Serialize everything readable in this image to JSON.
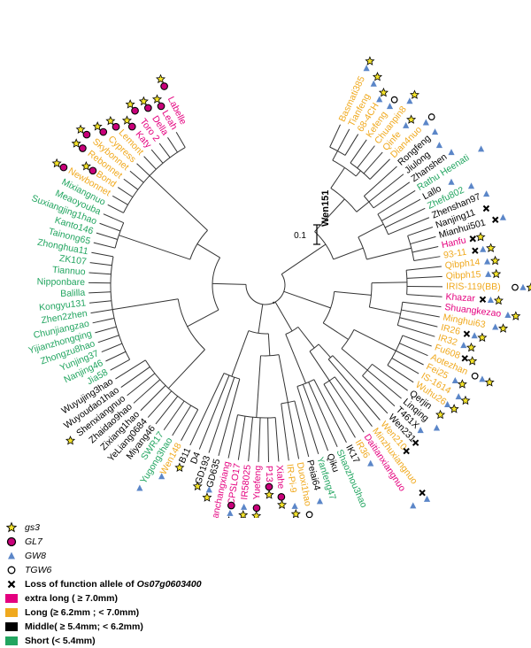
{
  "colors": {
    "extra_long": "#e4007f",
    "long": "#f0a91e",
    "middle": "#000000",
    "short": "#22a560",
    "gs3_star": "#f4e32a",
    "gl7_dot": "#c8007a",
    "gw8_tri": "#5b86c8",
    "branch": "#333333"
  },
  "scale_bar_label": "0.1",
  "root_label": "Wen151",
  "taxa": [
    {
      "name": "Basmati385",
      "cat": "long",
      "markers": [
        "gw8",
        "gs3"
      ]
    },
    {
      "name": "Tianfeng",
      "cat": "long",
      "markers": [
        "gw8",
        "gs3"
      ]
    },
    {
      "name": "68-4CH",
      "cat": "long",
      "markers": [
        "gw8",
        "gs3"
      ]
    },
    {
      "name": "Kefeng",
      "cat": "long",
      "markers": [
        "gw8",
        "tgw6"
      ]
    },
    {
      "name": "Chuanpin8",
      "cat": "long",
      "markers": [
        "gw8",
        "gs3"
      ]
    },
    {
      "name": "Qinfe",
      "cat": "long",
      "markers": [
        "gw8",
        "gs3"
      ]
    },
    {
      "name": "Dian4nuo",
      "cat": "long",
      "markers": [
        "gw8",
        "tgw6"
      ]
    },
    {
      "name": "Rongfeng",
      "cat": "middle",
      "markers": [
        "gw8"
      ]
    },
    {
      "name": "Jiulong",
      "cat": "middle",
      "markers": [
        "gw8"
      ]
    },
    {
      "name": "Zhanshen",
      "cat": "middle",
      "markers": [
        "gw8"
      ]
    },
    {
      "name": "Rathu Heenati",
      "cat": "short",
      "markers": [
        "gw8"
      ]
    },
    {
      "name": "Lallo",
      "cat": "middle",
      "markers": [
        "gw8"
      ]
    },
    {
      "name": "Zhefu802",
      "cat": "short",
      "markers": [
        "gw8"
      ]
    },
    {
      "name": "Zhenshan97",
      "cat": "middle",
      "markers": [
        "gw8"
      ]
    },
    {
      "name": "Nanjing11",
      "cat": "middle",
      "markers": [
        "lof"
      ]
    },
    {
      "name": "Mianhui501",
      "cat": "middle",
      "markers": [
        "lof",
        "gw8"
      ]
    },
    {
      "name": "Hanfu",
      "cat": "extra_long",
      "markers": [
        "lof",
        "gs3"
      ]
    },
    {
      "name": "93-11",
      "cat": "long",
      "markers": [
        "lof",
        "gw8",
        "gs3"
      ]
    },
    {
      "name": "Qibph14",
      "cat": "long",
      "markers": [
        "gw8",
        "gs3"
      ]
    },
    {
      "name": "Qibph15",
      "cat": "long",
      "markers": [
        "gw8",
        "gs3"
      ]
    },
    {
      "name": "IRIS-119(BB)",
      "cat": "long",
      "markers": [
        "tgw6",
        "gw8",
        "gs3"
      ]
    },
    {
      "name": "Khazar",
      "cat": "extra_long",
      "markers": [
        "lof",
        "gw8",
        "gs3"
      ]
    },
    {
      "name": "Shuangkezao",
      "cat": "extra_long",
      "markers": [
        "gw8",
        "gs3"
      ]
    },
    {
      "name": "Minghui63",
      "cat": "long",
      "markers": [
        "gw8",
        "gs3"
      ]
    },
    {
      "name": "IR26",
      "cat": "long",
      "markers": [
        "lof",
        "gw8",
        "gs3"
      ]
    },
    {
      "name": "IR32",
      "cat": "long",
      "markers": [
        "gw8",
        "gs3"
      ]
    },
    {
      "name": "Fu608",
      "cat": "long",
      "markers": [
        "lof",
        "gs3"
      ]
    },
    {
      "name": "Aotezhan",
      "cat": "long",
      "markers": [
        "tgw6",
        "gw8",
        "gs3"
      ]
    },
    {
      "name": "Fei25",
      "cat": "long",
      "markers": [
        "gw8",
        "gs3"
      ]
    },
    {
      "name": "IS-1614",
      "cat": "long",
      "markers": [
        "gw8",
        "gs3"
      ]
    },
    {
      "name": "Wuhu26",
      "cat": "long",
      "markers": [
        "gw8",
        "gs3"
      ]
    },
    {
      "name": "Qerjin",
      "cat": "middle",
      "markers": [
        "gs3"
      ]
    },
    {
      "name": "Linqing",
      "cat": "middle",
      "markers": [
        "gw8"
      ]
    },
    {
      "name": "T461X",
      "cat": "middle",
      "markers": [
        "gw8"
      ]
    },
    {
      "name": "Wen231",
      "cat": "middle",
      "markers": [
        "lof"
      ]
    },
    {
      "name": "Wen210",
      "cat": "long",
      "markers": [
        "lof"
      ]
    },
    {
      "name": "Minzhuxiangnuo",
      "cat": "long",
      "markers": [
        "lof",
        "gw8"
      ]
    },
    {
      "name": "Daitianxiangnuo",
      "cat": "extra_long",
      "markers": [
        "gw8"
      ]
    },
    {
      "name": "IR36",
      "cat": "long",
      "markers": [
        "gw8"
      ]
    },
    {
      "name": "IK17",
      "cat": "middle",
      "markers": []
    },
    {
      "name": "Shaozhou3hao",
      "cat": "short",
      "markers": []
    },
    {
      "name": "Qiku",
      "cat": "middle",
      "markers": []
    },
    {
      "name": "Yanfeng47",
      "cat": "short",
      "markers": []
    },
    {
      "name": "Peiai64",
      "cat": "middle",
      "markers": [
        "gw8"
      ]
    },
    {
      "name": "Duoxi1hao",
      "cat": "long",
      "markers": [
        "tgw6",
        "gw8"
      ]
    },
    {
      "name": "IR-Pi-9",
      "cat": "long",
      "markers": [
        "gw8",
        "gs3"
      ]
    },
    {
      "name": "Xiahe",
      "cat": "extra_long",
      "markers": [
        "gl7",
        "gs3"
      ]
    },
    {
      "name": "P13",
      "cat": "extra_long",
      "markers": [
        "gl7",
        "gs3"
      ]
    },
    {
      "name": "Yuefeng",
      "cat": "extra_long",
      "markers": [
        "gl7",
        "gs3"
      ]
    },
    {
      "name": "IR58025",
      "cat": "extra_long",
      "markers": [
        "gw8",
        "gs3"
      ]
    },
    {
      "name": "CPSLO17",
      "cat": "extra_long",
      "markers": [
        "gl7",
        "gw8",
        "gs3"
      ]
    },
    {
      "name": "Yinduyanchangxiang",
      "cat": "extra_long",
      "markers": [
        "gl7",
        "gw8",
        "gs3"
      ]
    },
    {
      "name": "GD635",
      "cat": "middle",
      "markers": [
        "gw8",
        "gs3"
      ]
    },
    {
      "name": "GD193",
      "cat": "middle",
      "markers": [
        "gs3"
      ]
    },
    {
      "name": "D4",
      "cat": "middle",
      "markers": []
    },
    {
      "name": "B11",
      "cat": "middle",
      "markers": [
        "gs3"
      ]
    },
    {
      "name": "Wen148",
      "cat": "long",
      "markers": [
        "gw8"
      ]
    },
    {
      "name": "Yugong3hao",
      "cat": "short",
      "markers": [
        "gw8"
      ]
    },
    {
      "name": "SWR17",
      "cat": "short",
      "markers": []
    },
    {
      "name": "Miyang46",
      "cat": "middle",
      "markers": []
    },
    {
      "name": "YeLiang0684",
      "cat": "middle",
      "markers": []
    },
    {
      "name": "Zixiang1hao",
      "cat": "middle",
      "markers": []
    },
    {
      "name": "Zhaidao9hao",
      "cat": "middle",
      "markers": []
    },
    {
      "name": "Shenxiangnuo",
      "cat": "middle",
      "markers": [
        "gs3"
      ]
    },
    {
      "name": "Wuyoudao1hao",
      "cat": "middle",
      "markers": []
    },
    {
      "name": "Wuyujing3hao",
      "cat": "middle",
      "markers": []
    },
    {
      "name": "Jia58",
      "cat": "short",
      "markers": []
    },
    {
      "name": "Nanjing46",
      "cat": "short",
      "markers": []
    },
    {
      "name": "Yunjing37",
      "cat": "short",
      "markers": []
    },
    {
      "name": "Zhongzu8hao",
      "cat": "short",
      "markers": []
    },
    {
      "name": "Yijianzhongqing",
      "cat": "short",
      "markers": []
    },
    {
      "name": "Chunjiangzao",
      "cat": "short",
      "markers": []
    },
    {
      "name": "Zhen2zhen",
      "cat": "short",
      "markers": []
    },
    {
      "name": "Kongyu131",
      "cat": "short",
      "markers": []
    },
    {
      "name": "Balilla",
      "cat": "short",
      "markers": []
    },
    {
      "name": "Nipponbare",
      "cat": "short",
      "markers": []
    },
    {
      "name": "Tiannuo",
      "cat": "short",
      "markers": []
    },
    {
      "name": "ZK107",
      "cat": "short",
      "markers": []
    },
    {
      "name": "Zhonghua11",
      "cat": "short",
      "markers": []
    },
    {
      "name": "Tainong65",
      "cat": "short",
      "markers": []
    },
    {
      "name": "Kanto146",
      "cat": "short",
      "markers": []
    },
    {
      "name": "Suxiangjing1hao",
      "cat": "short",
      "markers": []
    },
    {
      "name": "Meaoyouba",
      "cat": "short",
      "markers": []
    },
    {
      "name": "Mixiangnuo",
      "cat": "short",
      "markers": []
    },
    {
      "name": "Newbonnet",
      "cat": "long",
      "markers": [
        "gl7",
        "gs3"
      ]
    },
    {
      "name": "Bond",
      "cat": "long",
      "markers": [
        "gl7",
        "gs3"
      ]
    },
    {
      "name": "Rebonnet",
      "cat": "long",
      "markers": [
        "gl7",
        "gs3"
      ]
    },
    {
      "name": "Skybonnet",
      "cat": "long",
      "markers": [
        "gl7",
        "gs3"
      ]
    },
    {
      "name": "Cypress",
      "cat": "long",
      "markers": [
        "gl7",
        "gs3"
      ]
    },
    {
      "name": "Lemont",
      "cat": "long",
      "markers": [
        "gl7",
        "gs3"
      ]
    },
    {
      "name": "Katy",
      "cat": "extra_long",
      "markers": [
        "gl7",
        "gs3"
      ]
    },
    {
      "name": "Toro 2",
      "cat": "extra_long",
      "markers": [
        "gl7",
        "gs3"
      ]
    },
    {
      "name": "Della",
      "cat": "extra_long",
      "markers": [
        "gl7",
        "gs3"
      ]
    },
    {
      "name": "Leah",
      "cat": "extra_long",
      "markers": [
        "gl7",
        "gs3"
      ]
    },
    {
      "name": "Labelle",
      "cat": "extra_long",
      "markers": [
        "gl7",
        "gs3"
      ]
    }
  ],
  "legend": {
    "markers": [
      {
        "key": "gs3",
        "label": "gs3",
        "italic": true
      },
      {
        "key": "gl7",
        "label": "GL7",
        "italic": true
      },
      {
        "key": "gw8",
        "label": "GW8",
        "italic": true
      },
      {
        "key": "tgw6",
        "label": "TGW6",
        "italic": true
      },
      {
        "key": "lof",
        "label_prefix": "Loss of function allele of ",
        "label_gene": "Os07g0603400"
      }
    ],
    "categories": [
      {
        "key": "extra_long",
        "label": "extra long ( ≥ 7.0mm)"
      },
      {
        "key": "long",
        "label": "Long (≥ 6.2mm ; < 7.0mm)"
      },
      {
        "key": "middle",
        "label": "Middle( ≥ 5.4mm; < 6.2mm)"
      },
      {
        "key": "short",
        "label": "Short (< 5.4mm)"
      }
    ]
  }
}
